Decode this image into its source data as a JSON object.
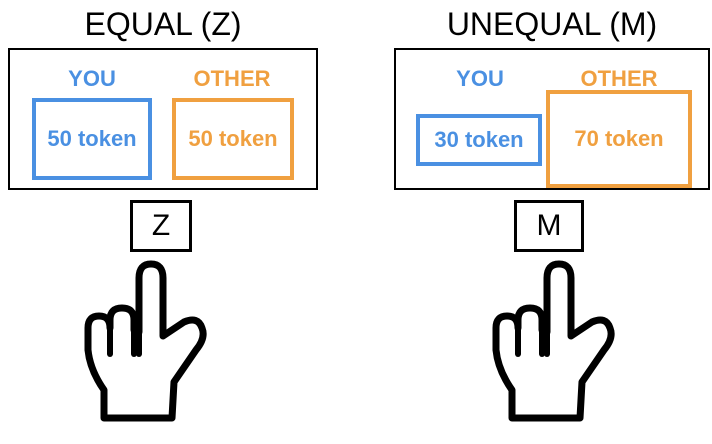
{
  "left": {
    "title": "EQUAL (Z)",
    "you_label": "YOU",
    "other_label": "OTHER",
    "you_amount": "50 token",
    "other_amount": "50 token",
    "key": "Z"
  },
  "right": {
    "title": "UNEQUAL (M)",
    "you_label": "YOU",
    "other_label": "OTHER",
    "you_amount": "30 token",
    "other_amount": "70 token",
    "key": "M"
  },
  "colors": {
    "you": "#4a90e2",
    "other": "#f0a040"
  },
  "icons": {
    "pointer": "pointing-hand-icon"
  }
}
